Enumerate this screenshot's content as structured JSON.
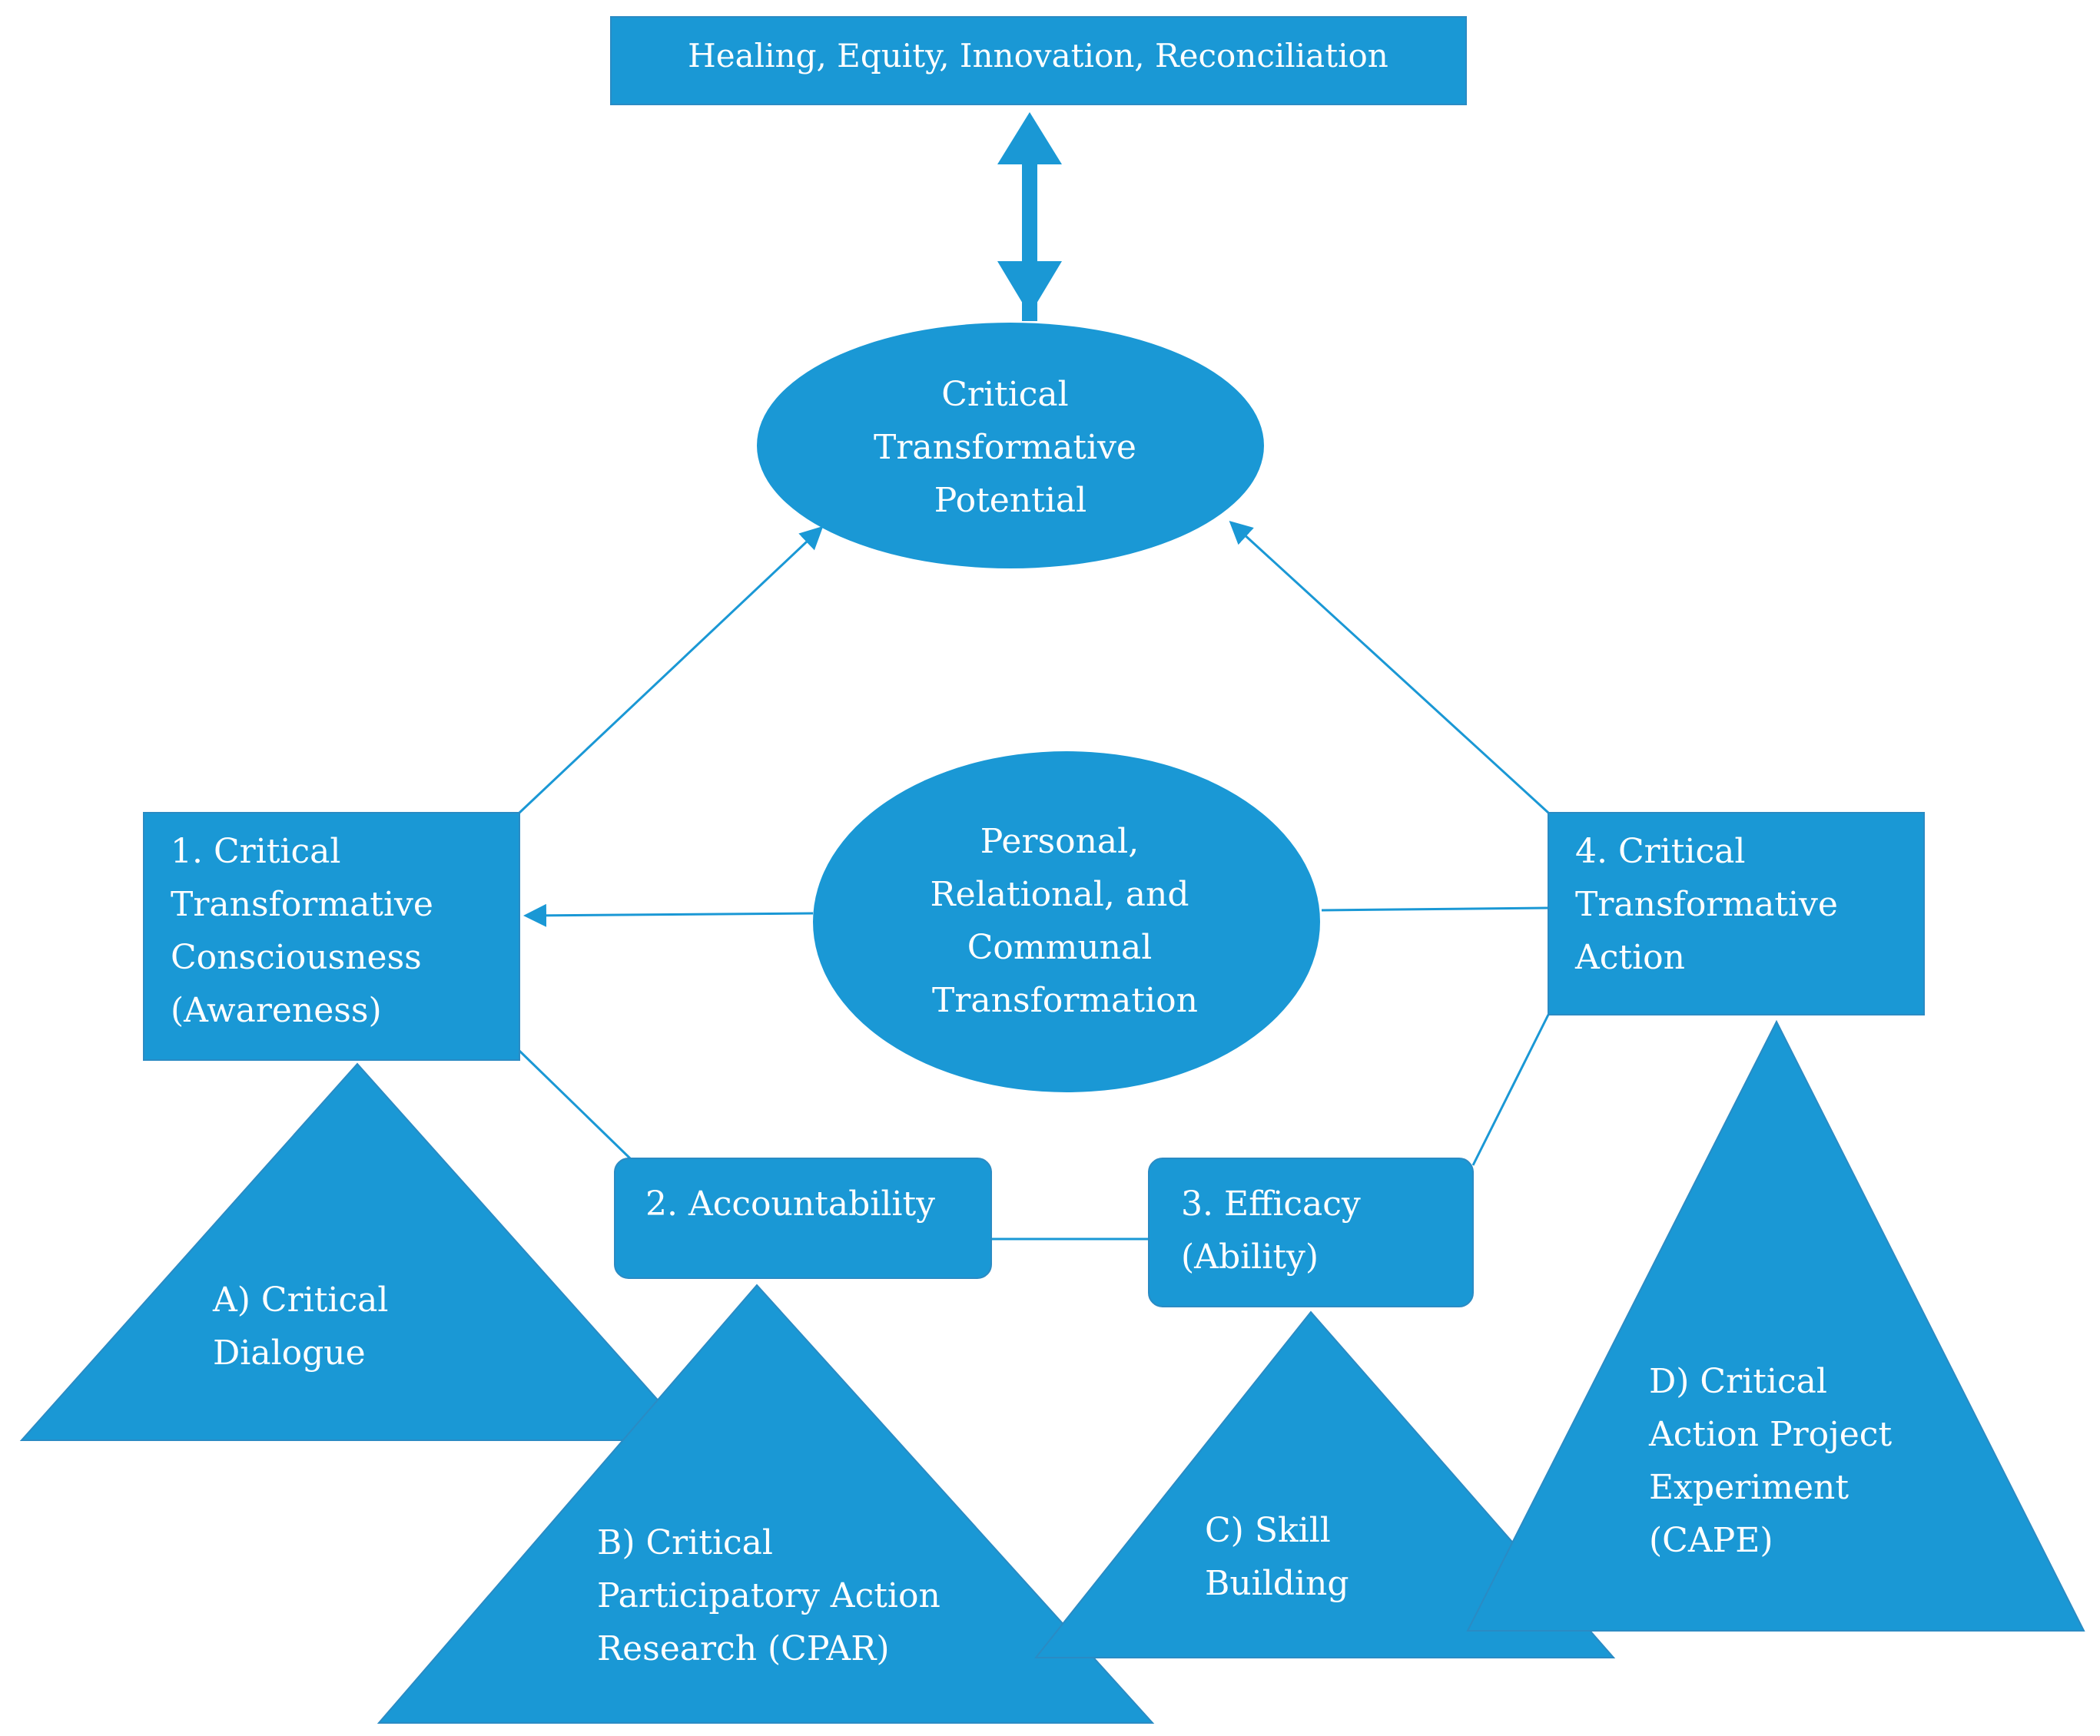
{
  "outcome": {
    "text": "Healing, Equity, Innovation, Reconciliation"
  },
  "potential": {
    "lines": [
      "Critical",
      "Transformative",
      "Potential"
    ]
  },
  "center": {
    "lines": [
      "Personal,",
      "Relational, and",
      "Communal",
      "Transformation"
    ]
  },
  "stages": {
    "consciousness": {
      "lines": [
        "1. Critical",
        "Transformative",
        "Consciousness",
        "(Awareness)"
      ]
    },
    "accountability": {
      "lines": [
        "2. Accountability"
      ]
    },
    "efficacy": {
      "lines": [
        "3. Efficacy",
        "(Ability)"
      ]
    },
    "action": {
      "lines": [
        "4. Critical",
        "Transformative",
        "Action"
      ]
    }
  },
  "practices": {
    "a": {
      "lines": [
        "A) Critical",
        "Dialogue"
      ]
    },
    "b": {
      "lines": [
        "B) Critical",
        "Participatory Action",
        "Research (CPAR)"
      ]
    },
    "c": {
      "lines": [
        "C) Skill",
        "Building"
      ]
    },
    "d": {
      "lines": [
        "D) Critical",
        "Action Project",
        "Experiment",
        "(CAPE)"
      ]
    }
  },
  "colors": {
    "primary": "#1a98d5",
    "outline": "#2a8bc4",
    "text": "#ffffff"
  }
}
